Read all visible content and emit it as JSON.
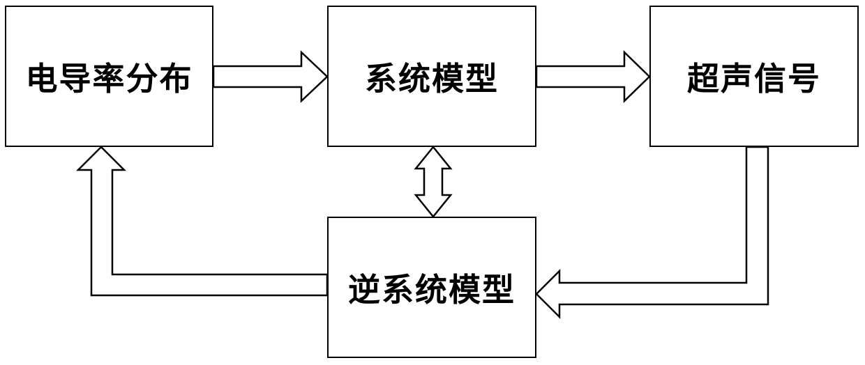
{
  "nodes": {
    "conductivity": "电导率分布",
    "system_model": "系统模型",
    "ultrasound_signal": "超声信号",
    "inverse_system_model": "逆系统模型"
  },
  "edges": [
    {
      "from": "conductivity",
      "to": "system_model",
      "type": "arrow"
    },
    {
      "from": "system_model",
      "to": "ultrasound_signal",
      "type": "arrow"
    },
    {
      "from": "system_model",
      "to": "inverse_system_model",
      "type": "bidirectional"
    },
    {
      "from": "ultrasound_signal",
      "to": "inverse_system_model",
      "type": "arrow"
    },
    {
      "from": "inverse_system_model",
      "to": "conductivity",
      "type": "arrow"
    }
  ],
  "colors": {
    "stroke": "#000000",
    "fill": "#ffffff",
    "background": "#ffffff"
  }
}
